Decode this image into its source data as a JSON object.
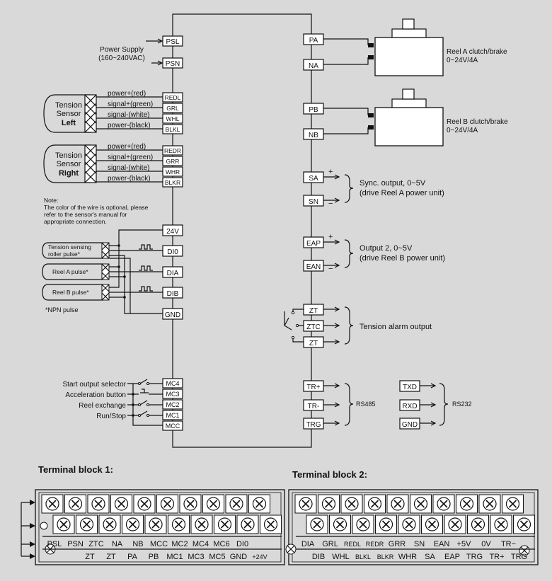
{
  "left_terminals": [
    "PSL",
    "PSN",
    "REDL",
    "GRL",
    "WHL",
    "BLKL",
    "REDR",
    "GRR",
    "WHR",
    "BLKR",
    "24V",
    "DI0",
    "DIA",
    "DIB",
    "GND",
    "MC4",
    "MC3",
    "MC2",
    "MC1",
    "MCC"
  ],
  "right_terminals": [
    "PA",
    "NA",
    "PB",
    "NB",
    "SA",
    "SN",
    "EAP",
    "EAN",
    "ZT",
    "ZTC",
    "ZT",
    "TR+",
    "TR-",
    "TRG"
  ],
  "rs232_terminals": [
    "TXD",
    "RXD",
    "GND"
  ],
  "power_supply": {
    "line1": "Power Supply",
    "line2": "(160~240VAC)"
  },
  "sensor_left": {
    "l1": "Tension",
    "l2": "Sensor",
    "l3": "Left",
    "wires": [
      "power+(red)",
      "signal+(green)",
      "signal-(white)",
      "power-(black)"
    ]
  },
  "sensor_right": {
    "l1": "Tension",
    "l2": "Sensor",
    "l3": "Right",
    "wires": [
      "power+(red)",
      "signal+(green)",
      "signal-(white)",
      "power-(black)"
    ]
  },
  "note": [
    "Note:",
    "The color of the wire is optional, please",
    "refer to the sensor's manual for",
    "appropriate connection."
  ],
  "pulse_sensors": [
    "Tension sensing",
    "roller pulse*",
    "Reel A pulse*",
    "Reel B pulse*"
  ],
  "npn_note": "*NPN pulse",
  "switches": [
    "Start output selector",
    "Acceleration button",
    "Reel exchange",
    "Run/Stop"
  ],
  "reel_a": {
    "l1": "Reel A clutch/brake",
    "l2": "0~24V/4A"
  },
  "reel_b": {
    "l1": "Reel B clutch/brake",
    "l2": "0~24V/4A"
  },
  "sync_output": {
    "l1": "Sync. output, 0~5V",
    "l2": "(drive Reel A power unit)"
  },
  "output2": {
    "l1": "Output 2, 0~5V",
    "l2": "(drive Reel B power unit)"
  },
  "alarm": "Tension alarm output",
  "rs485": "RS485",
  "rs232": "RS232",
  "signs": {
    "plus": "+",
    "minus": "−"
  },
  "block1": {
    "title": "Terminal block 1:",
    "row1": [
      "PSL",
      "PSN",
      "ZTC",
      "NA",
      "NB",
      "MCC",
      "MC2",
      "MC4",
      "MC6",
      "DI0"
    ],
    "row2": [
      "ZT",
      "ZT",
      "PA",
      "PB",
      "MC1",
      "MC3",
      "MC5",
      "GND",
      "+24V"
    ]
  },
  "block2": {
    "title": "Terminal block 2:",
    "row1": [
      "DIA",
      "GRL",
      "REDL",
      "REDR",
      "GRR",
      "SN",
      "EAN",
      "+5V",
      "0V",
      "TR−"
    ],
    "row2": [
      "DIB",
      "WHL",
      "BLKL",
      "BLKR",
      "WHR",
      "SA",
      "EAP",
      "TRG",
      "TR+",
      "TRG"
    ]
  }
}
